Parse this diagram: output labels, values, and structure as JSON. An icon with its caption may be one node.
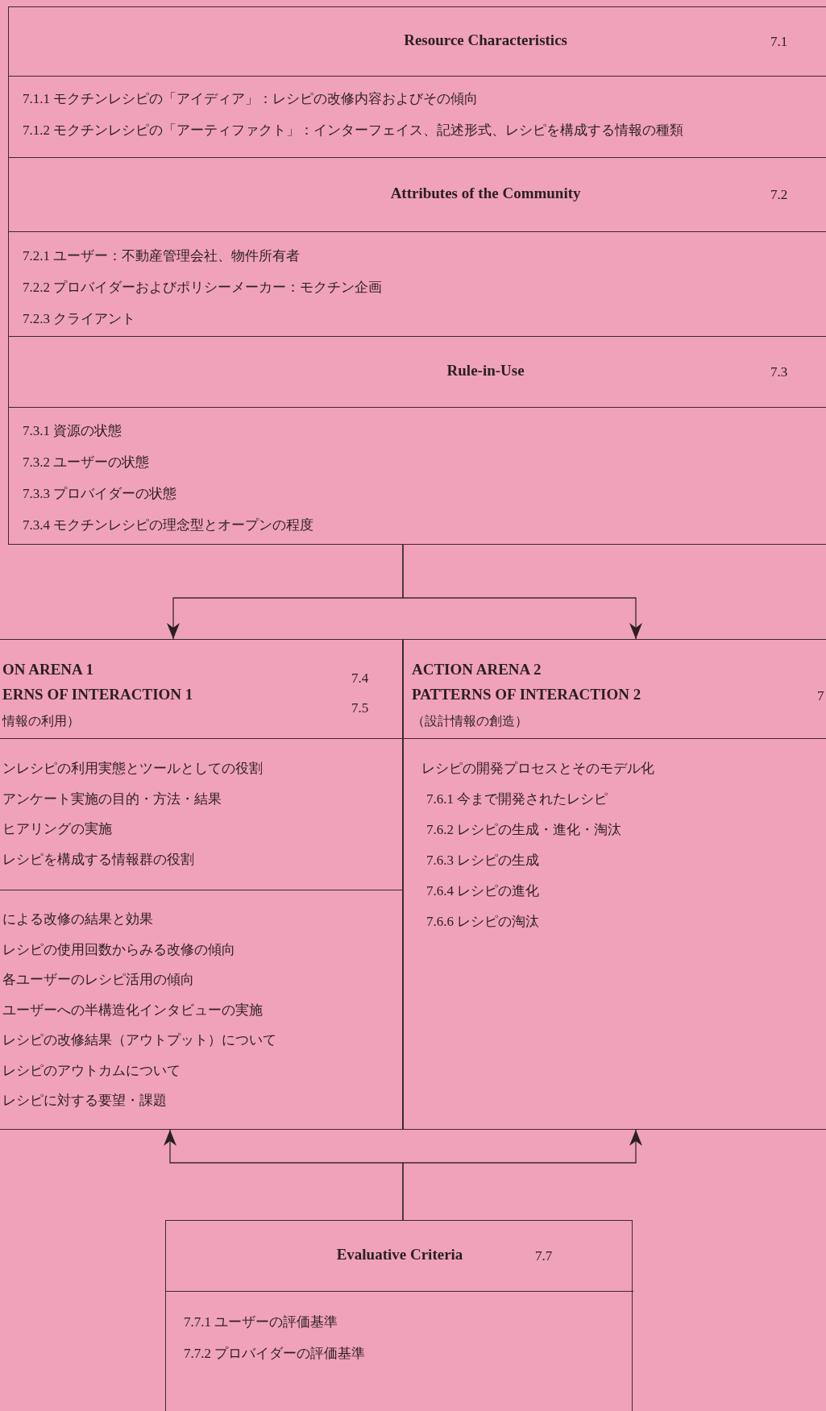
{
  "diagram": {
    "nodes": [
      {
        "text": [],
        "shape": "box"
      },
      {
        "text": [
          "Resource Characteristics",
          "7.1"
        ],
        "in": 0
      },
      {
        "text": [
          "7.1.1 モクチンレシピの「アイディア」：レシピの改修内容およびその傾向",
          "7.1.2 モクチンレシピの「アーティファクト」：インターフェイス、記述形式、レシピを構成する情報の種類"
        ],
        "in": 0
      },
      {
        "text": [
          "Attributes of the Community",
          "7.2"
        ],
        "in": 0
      },
      {
        "text": [
          "7.2.1 ユーザー：不動産管理会社、物件所有者",
          "7.2.2 プロバイダーおよびポリシーメーカー：モクチン企画",
          "7.2.3 クライアント"
        ],
        "in": 0
      },
      {
        "text": [
          "Rule-in-Use",
          "7.3"
        ],
        "in": 0
      },
      {
        "text": [
          "7.3.1 資源の状態",
          "7.3.2 ユーザーの状態",
          "7.3.3 プロバイダーの状態",
          "7.3.4 モクチンレシピの理念型とオープンの程度"
        ],
        "in": 0
      },
      {
        "text": [],
        "shape": "box"
      },
      {
        "text": [
          "ON ARENA 1",
          "ERNS OF INTERACTION 1",
          "情報の利用）",
          "7.4",
          "7.5"
        ],
        "in": 7
      },
      {
        "text": [
          "ンレシピの利用実態とツールとしての役割",
          "アンケート実施の目的・方法・結果",
          "ヒアリングの実施",
          "レシピを構成する情報群の役割"
        ],
        "in": 7
      },
      {
        "text": [
          "による改修の結果と効果",
          "レシピの使用回数からみる改修の傾向",
          "各ユーザーのレシピ活用の傾向",
          "ユーザーへの半構造化インタビューの実施",
          "レシピの改修結果（アウトプット）について",
          "レシピのアウトカムについて",
          "レシピに対する要望・課題"
        ],
        "in": 7
      },
      {
        "text": [],
        "shape": "box"
      },
      {
        "text": [
          "ACTION ARENA 2",
          "PATTERNS OF INTERACTION 2",
          "（設計情報の創造）",
          "7"
        ],
        "in": 11
      },
      {
        "text": [
          "レシピの開発プロセスとそのモデル化",
          "7.6.1 今まで開発されたレシピ",
          "7.6.2 レシピの生成・進化・淘汰",
          "7.6.3 レシピの生成",
          "7.6.4 レシピの進化",
          "7.6.6 レシピの淘汰"
        ],
        "in": 11
      },
      {
        "text": [],
        "shape": "box"
      },
      {
        "text": [
          "Evaluative Criteria",
          "7.7"
        ],
        "in": 14
      },
      {
        "text": [
          "7.7.1 ユーザーの評価基準",
          "7.7.2 プロバイダーの評価基準"
        ],
        "in": 14
      }
    ],
    "edges": [
      {
        "from": 0,
        "to": 7,
        "arrow": "to"
      },
      {
        "from": 0,
        "to": 11,
        "arrow": "to"
      },
      {
        "from": 14,
        "to": 7,
        "arrow": "to"
      },
      {
        "from": 14,
        "to": 11,
        "arrow": "to"
      }
    ]
  }
}
